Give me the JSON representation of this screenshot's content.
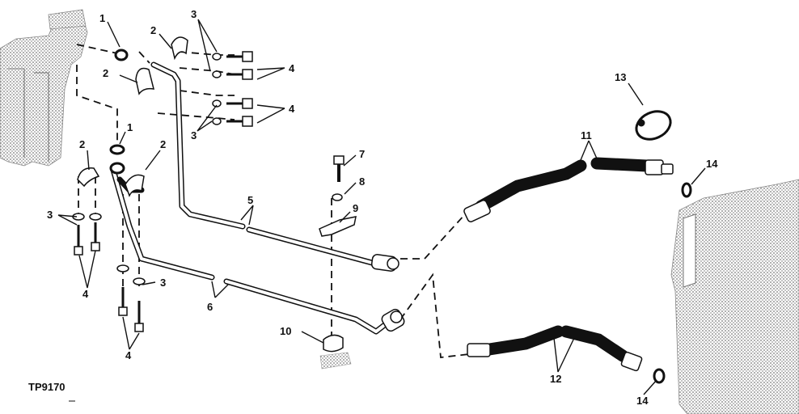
{
  "figure": {
    "code": "TP9170",
    "callouts": {
      "c1a": "1",
      "c1b": "1",
      "c2a": "2",
      "c2b": "2",
      "c2c": "2",
      "c2d": "2",
      "c3a": "3",
      "c3b": "3",
      "c3c": "3",
      "c3d": "3",
      "c4a": "4",
      "c4b": "4",
      "c4c": "4",
      "c4d": "4",
      "c5": "5",
      "c6": "6",
      "c7": "7",
      "c8": "8",
      "c9": "9",
      "c10": "10",
      "c11": "11",
      "c12": "12",
      "c13": "13",
      "c14a": "14",
      "c14b": "14"
    }
  },
  "colors": {
    "ink": "#111111",
    "stipple": "#bdbdbd",
    "background": "#ffffff"
  },
  "icons": [
    "filter-assembly-icon",
    "oil-cooler-icon",
    "clamp-icon",
    "bolt-icon",
    "washer-icon",
    "hose-icon",
    "tube-icon"
  ]
}
